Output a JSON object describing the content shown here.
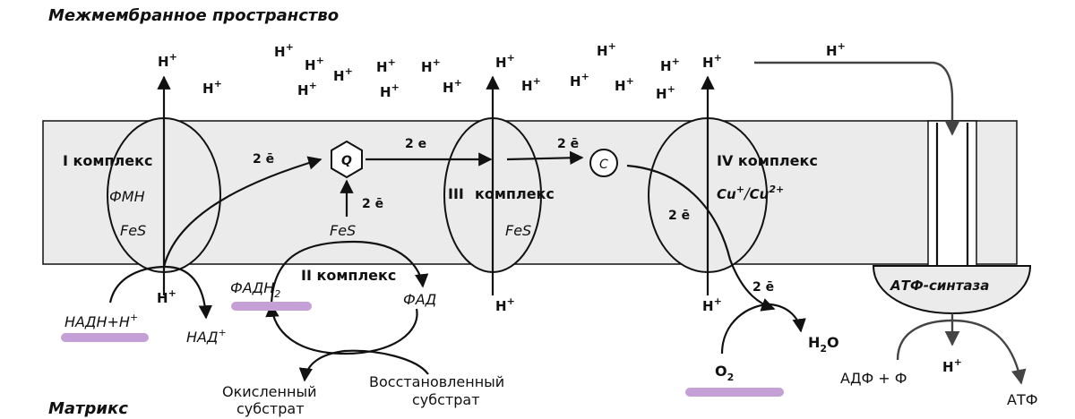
{
  "regions": {
    "intermembrane": "Межмембранное пространство",
    "matrix": "Матрикс"
  },
  "proton": {
    "base": "H",
    "charge": "+"
  },
  "electrons": {
    "two_e_bar": "2 ē",
    "two_e": "2 e"
  },
  "complex1": {
    "title": "I комплекс",
    "fmn": "ФМН",
    "fes": "FeS"
  },
  "complex2": {
    "title": "II комплекс",
    "fes": "FeS",
    "fadh2": "ФАДН",
    "fadh2_sub": "2",
    "fad": "ФАД"
  },
  "complex3": {
    "roman": "III",
    "word": "комплекс",
    "fes": "FeS"
  },
  "complex4": {
    "title": "IV комплекс",
    "cu1": "Cu",
    "cu1_sup": "+",
    "slash": "/",
    "cu2": "Cu",
    "cu2_sup": "2+"
  },
  "carriers": {
    "q": "Q",
    "c": "C"
  },
  "nadh": {
    "label": "НАДН+Н",
    "sup": "+",
    "nad": "НАД",
    "nad_sup": "+"
  },
  "substrates": {
    "oxidized_1": "Окисленный",
    "oxidized_2": "субстрат",
    "reduced_1": "Восстановленный",
    "reduced_2": "субстрат"
  },
  "oxygen": {
    "o": "O",
    "o_sub": "2",
    "water": "H",
    "water_sub": "2",
    "water_o": "O"
  },
  "atp_synthase": {
    "label": "АТФ-синтаза",
    "adp": "АДФ + Ф",
    "atp": "АТФ"
  },
  "colors": {
    "membrane": "#ebebeb",
    "highlight": "#c4a0d6",
    "arrow_gray": "#444444"
  }
}
